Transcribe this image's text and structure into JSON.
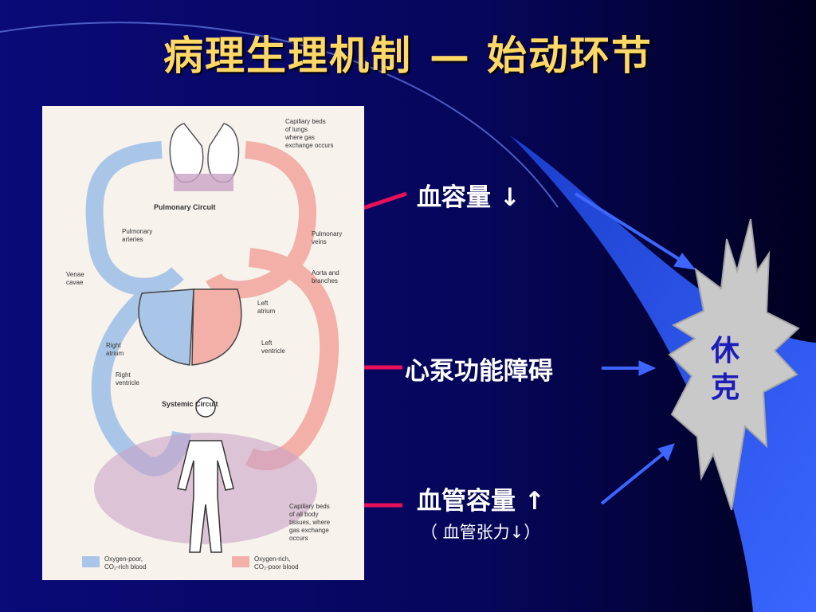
{
  "slide": {
    "title_left": "病理生理机制",
    "title_dash": "—",
    "title_right": "始动环节"
  },
  "factors": [
    {
      "label": "血容量 ↓"
    },
    {
      "label": "心泵功能障碍"
    },
    {
      "label": "血管容量 ↑",
      "note": "（ 血管张力↓）"
    }
  ],
  "result": {
    "line1": "休",
    "line2": "克"
  },
  "figure": {
    "labels": {
      "capillary_lungs": [
        "Capillary beds",
        "of lungs",
        "where gas",
        "exchange occurs"
      ],
      "pulmonary_circuit": "Pulmonary Circuit",
      "pulmonary_arteries": [
        "Pulmonary",
        "arteries"
      ],
      "pulmonary_veins": [
        "Pulmonary",
        "veins"
      ],
      "venae_cavae": [
        "Venae",
        "cavae"
      ],
      "aorta": [
        "Aorta and",
        "branches"
      ],
      "left_atrium": [
        "Left",
        "atrium"
      ],
      "right_atrium": [
        "Right",
        "atrium"
      ],
      "left_ventricle": [
        "Left",
        "ventricle"
      ],
      "right_ventricle": [
        "Right",
        "ventricle"
      ],
      "systemic_circuit": "Systemic Circuit",
      "capillary_body": [
        "Capillary beds",
        "of all body",
        "tissues, where",
        "gas exchange",
        "occurs"
      ],
      "legend_poor": [
        "Oxygen-poor,",
        "CO₂-rich blood"
      ],
      "legend_rich": [
        "Oxygen-rich,",
        "CO₂-poor blood"
      ]
    }
  },
  "colors": {
    "background": "#04046a",
    "title": "#ffd866",
    "pointer_line": "#e8105a",
    "arrow": "#3c66ff",
    "burst_fill": "#c9c9c9",
    "curve_band": "#2f5cf0",
    "oxygen_poor": "#a9c6e8",
    "oxygen_rich": "#f2b0a8"
  }
}
